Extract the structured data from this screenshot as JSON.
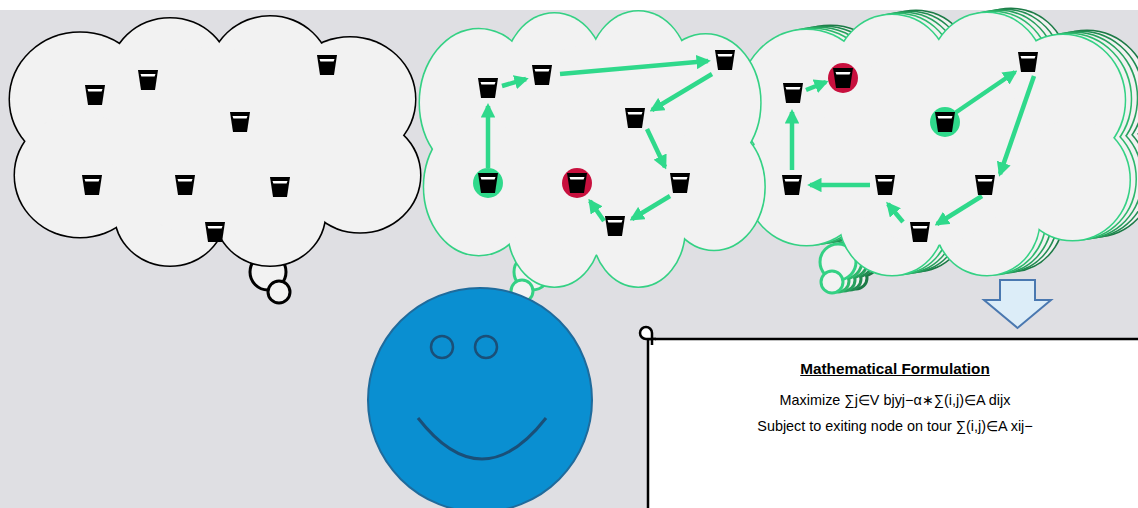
{
  "diagram": {
    "nodes": [
      {
        "text": [
          "Mathematical Formulation",
          "Maximize ∑j∈V bjyj−α∗∑(i,j)∈A dijx",
          "Subject to exiting node on tour ∑(i,j)∈A xij−"
        ]
      }
    ]
  }
}
